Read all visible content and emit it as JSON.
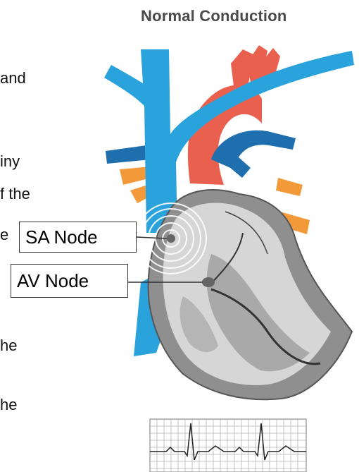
{
  "diagram": {
    "title": "Normal Conduction",
    "left_text_fragments": [
      "and",
      "iny",
      "f the",
      "e",
      "he",
      "he"
    ],
    "labels": {
      "sa_node": "SA Node",
      "av_node": "AV Node"
    },
    "colors": {
      "vein_blue": "#2aa2dc",
      "artery_red": "#e9604e",
      "vessel_orange": "#f29a3a",
      "dark_blue": "#1f6fae",
      "heart_gray": "#9a9a9a"
    }
  }
}
